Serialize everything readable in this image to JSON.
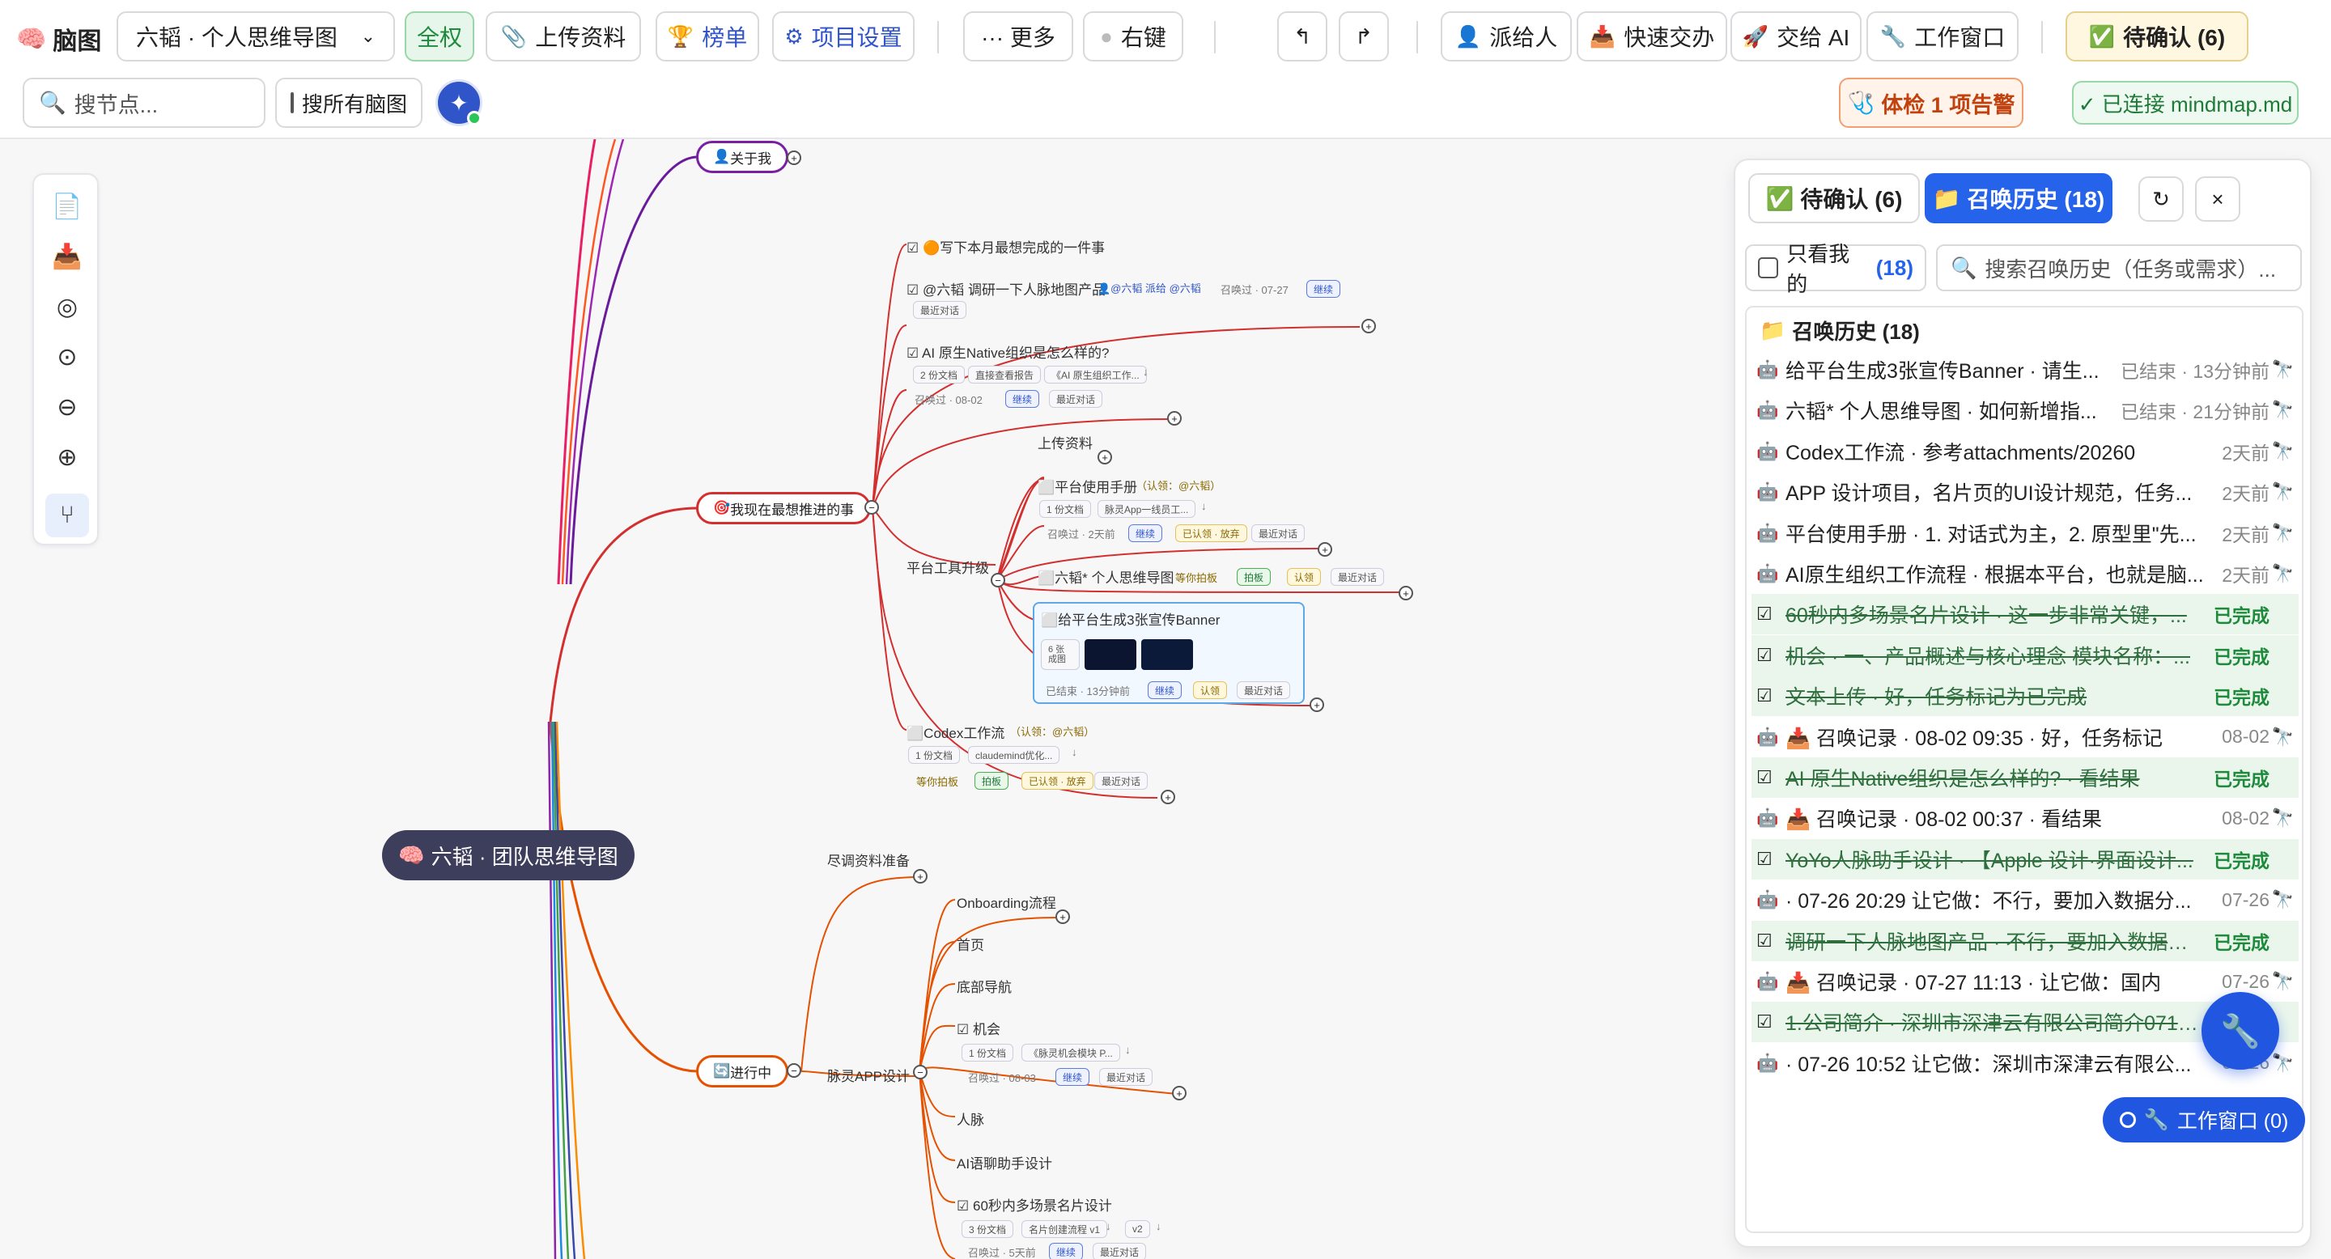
{
  "toolbar": {
    "brand": "脑图",
    "map_select": "六韬 · 个人思维导图",
    "full_perm": "全权",
    "upload": "上传资料",
    "leaderboard": "榜单",
    "project_settings": "项目设置",
    "more": "··· 更多",
    "right_click": "右键",
    "assign": "派给人",
    "quick_handoff": "快速交办",
    "handoff_ai": "交给 AI",
    "work_window": "工作窗口",
    "pending": "待确认 (6)",
    "search_placeholder": "搜节点...",
    "search_all": "搜所有脑图",
    "health_alert": "体检 1 项告警",
    "connected": "✓ 已连接 mindmap.md"
  },
  "mindmap": {
    "root": "六韬 · 团队思维导图",
    "about_me": "关于我",
    "pushing": "我现在最想推进的事",
    "in_progress": "进行中",
    "branch1": {
      "items": [
        "写下本月最想完成的一件事",
        "@六韬 调研一下人脉地图产品",
        "AI 原生Native组织是怎么样的?",
        "上传资料",
        "平台工具升级",
        "平台使用手册",
        "六韬* 个人思维导图",
        "给平台生成3张宣传Banner",
        "Codex工作流"
      ],
      "claim_liutao": "（认领：@六韬）",
      "assigned": "👤@六韬 派给 @六韬",
      "summon_date1": "召唤过 · 07-27",
      "summon_date2": "召唤过 · 08-02",
      "summon_2d": "召唤过 · 2天前",
      "ended_13m": "已结束 · 13分钟前",
      "waiting_shot": "等你拍板",
      "continue": "继续",
      "recent_chat": "最近对话",
      "docs2": "2 份文档",
      "docs1": "1 份文档",
      "report": "直接查看报告",
      "ai_org": "《AI 原生组织工作...",
      "pulse_app": "脉灵App一线员工...",
      "approved": "拍板",
      "claimed_abandon": "已认领 · 放弃",
      "claim": "认领",
      "claude_mind": "claudemind优化...",
      "pics": "6 张 成图"
    },
    "branch2": {
      "items": [
        "尽调资料准备",
        "脉灵APP设计",
        "Onboarding流程",
        "首页",
        "底部导航",
        "机会",
        "人脉",
        "AI语聊助手设计",
        "60秒内多场景名片设计"
      ],
      "opp_doc": "《脉灵机会模块 P...",
      "summon_date3": "召唤过 · 08-03",
      "docs3": "3 份文档",
      "card_flow": "名片创建流程 v1",
      "v2": "v2",
      "summon_5d": "召唤过 · 5天前"
    }
  },
  "panel": {
    "tab_pending": "待确认 (6)",
    "tab_history": "召唤历史 (18)",
    "only_mine": "只看我的",
    "only_mine_count": "(18)",
    "search_placeholder": "搜索召唤历史（任务或需求）...",
    "history_title": "召唤历史 (18)",
    "rows": [
      {
        "icon": "robot",
        "text": "给平台生成3张宣传Banner · 请生...",
        "status": "已结束 · 13分钟前",
        "done": false
      },
      {
        "icon": "robot",
        "text": "六韬* 个人思维导图 · 如何新增指...",
        "status": "已结束 · 21分钟前",
        "done": false
      },
      {
        "icon": "robot",
        "text": "Codex工作流 · 参考attachments/20260",
        "status": "2天前",
        "done": false
      },
      {
        "icon": "robot",
        "text": "APP 设计项目，名片页的UI设计规范，任务...",
        "status": "2天前",
        "done": false
      },
      {
        "icon": "robot",
        "text": "平台使用手册 · 1. 对话式为主，2. 原型里\"先...",
        "status": "2天前",
        "done": false
      },
      {
        "icon": "robot",
        "text": "AI原生组织工作流程 · 根据本平台，也就是脑...",
        "status": "2天前",
        "done": false
      },
      {
        "icon": "check",
        "text": "60秒内多场景名片设计 · 这一步非常关键，...",
        "status": "已完成",
        "done": true
      },
      {
        "icon": "check",
        "text": "机会 · 一、产品概述与核心理念 模块名称：...",
        "status": "已完成",
        "done": true
      },
      {
        "icon": "check",
        "text": "文本上传 · 好，任务标记为已完成",
        "status": "已完成",
        "done": true
      },
      {
        "icon": "robot",
        "text": "📥 召唤记录 · 08-02 09:35 · 好，任务标记",
        "status": "08-02",
        "done": false
      },
      {
        "icon": "check",
        "text": "AI 原生Native组织是怎么样的? · 看结果",
        "status": "已完成",
        "done": true
      },
      {
        "icon": "robot",
        "text": "📥 召唤记录 · 08-02 00:37 · 看结果",
        "status": "08-02",
        "done": false
      },
      {
        "icon": "check",
        "text": "YoYo人脉助手设计 · 【Apple 设计·界面设计...",
        "status": "已完成",
        "done": true
      },
      {
        "icon": "robot",
        "text": "· 07-26 20:29 让它做：不行，要加入数据分...",
        "status": "07-26",
        "done": false
      },
      {
        "icon": "check",
        "text": "调研一下人脉地图产品 · 不行，要加入数据分...",
        "status": "已完成",
        "done": true
      },
      {
        "icon": "robot",
        "text": "📥 召唤记录 · 07-27 11:13 · 让它做：国内",
        "status": "07-26",
        "done": false
      },
      {
        "icon": "check",
        "text": "1.公司简介 · 深圳市深津云有限公司简介0719...",
        "status": "已完成",
        "done": true
      },
      {
        "icon": "robot",
        "text": "· 07-26 10:52 让它做：深圳市深津云有限公...",
        "status": "07-26",
        "done": false
      }
    ],
    "work_window": "工作窗口 (0)"
  }
}
